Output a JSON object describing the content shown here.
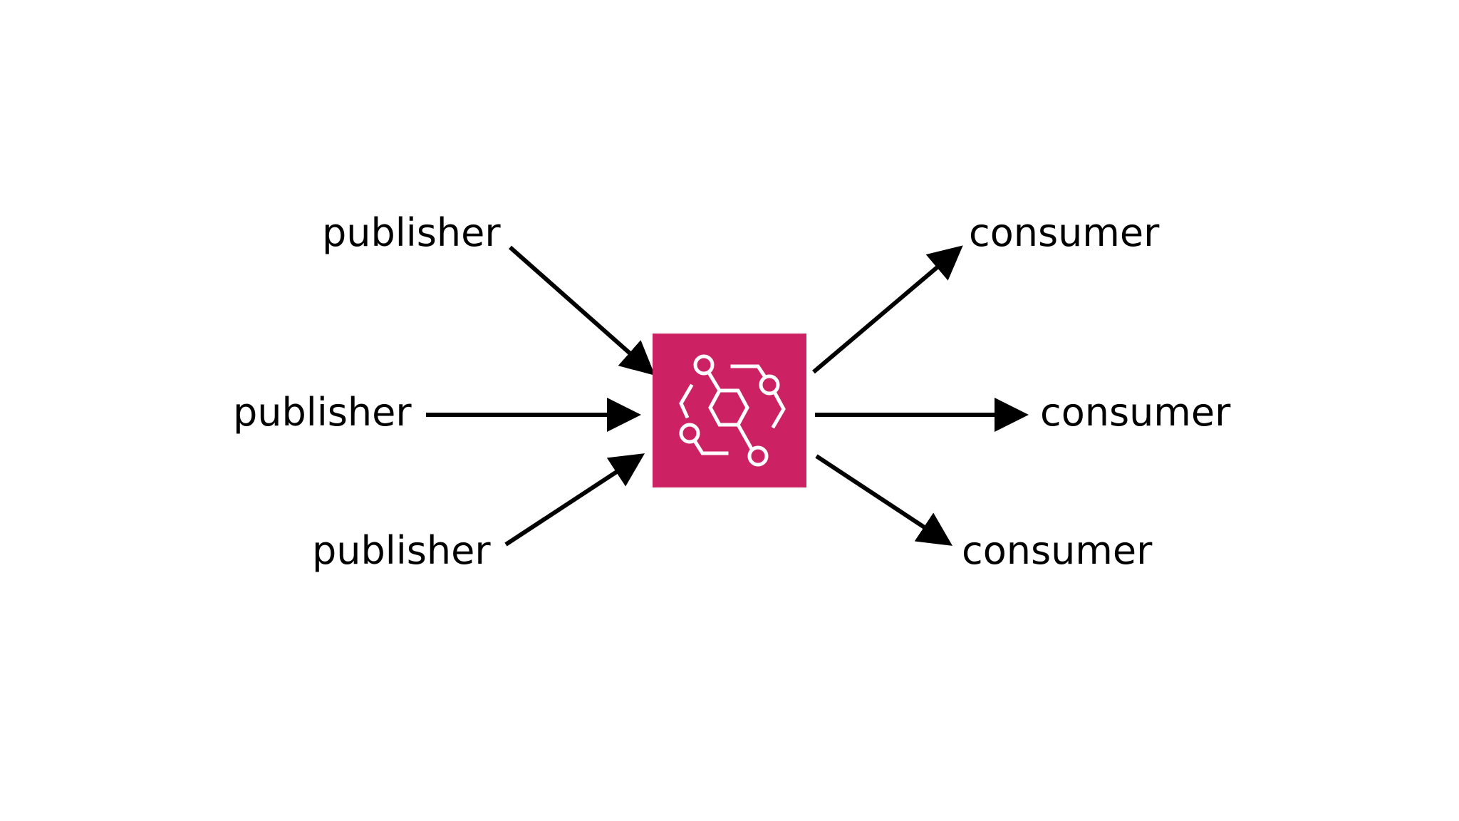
{
  "diagram": {
    "publishers": [
      {
        "label": "publisher"
      },
      {
        "label": "publisher"
      },
      {
        "label": "publisher"
      }
    ],
    "consumers": [
      {
        "label": "consumer"
      },
      {
        "label": "consumer"
      },
      {
        "label": "consumer"
      }
    ],
    "hub": {
      "icon": "event-bus-icon",
      "color": "#CC2264",
      "icon_color": "#ffffff"
    },
    "arrow_color": "#000000"
  }
}
